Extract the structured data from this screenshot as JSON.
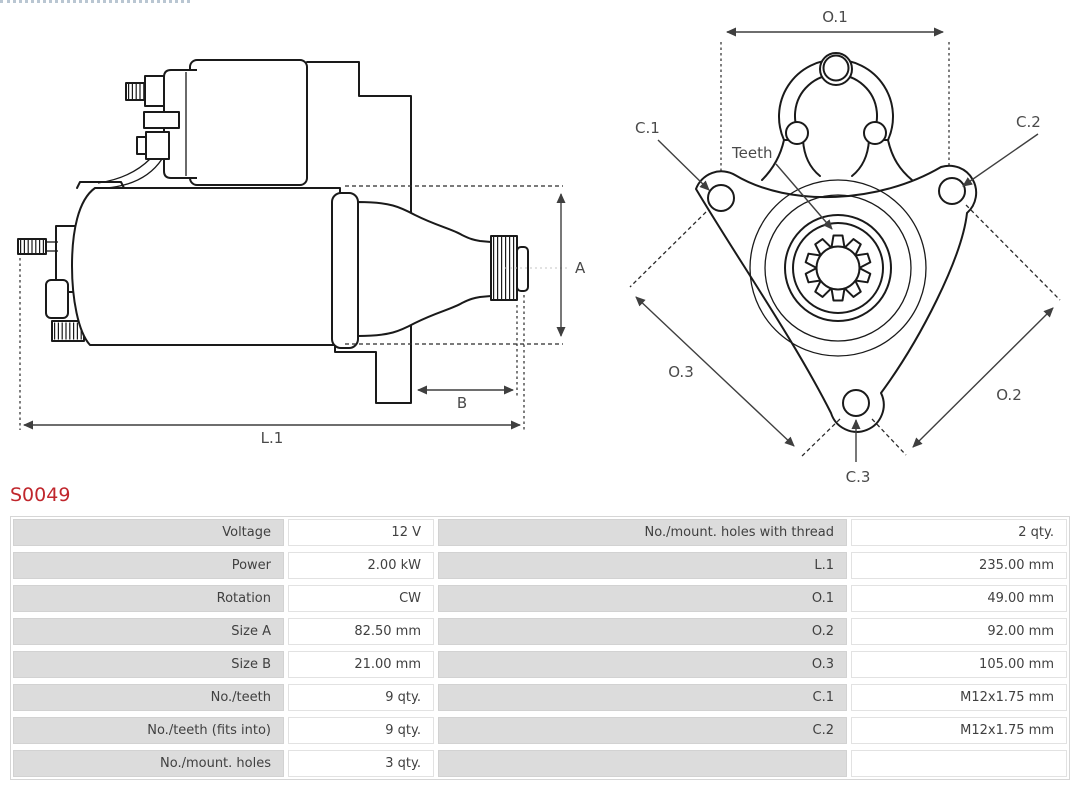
{
  "part_code": "S0049",
  "colors": {
    "accent_red": "#c0262c",
    "drawing_line": "#1a1a1a",
    "dimension_gray": "#4a4a4a",
    "table_label_bg": "#dcdcdc",
    "table_value_bg": "#ffffff"
  },
  "drawing": {
    "side": {
      "a": "A",
      "b": "B",
      "l1": "L.1"
    },
    "front": {
      "o1": "O.1",
      "o2": "O.2",
      "o3": "O.3",
      "c1": "C.1",
      "c2": "C.2",
      "c3": "C.3",
      "teeth": "Teeth"
    }
  },
  "spec_table": {
    "left": [
      {
        "label": "Voltage",
        "value": "12 V"
      },
      {
        "label": "Power",
        "value": "2.00 kW"
      },
      {
        "label": "Rotation",
        "value": "CW"
      },
      {
        "label": "Size A",
        "value": "82.50 mm"
      },
      {
        "label": "Size B",
        "value": "21.00 mm"
      },
      {
        "label": "No./teeth",
        "value": "9 qty."
      },
      {
        "label": "No./teeth (fits into)",
        "value": "9 qty."
      },
      {
        "label": "No./mount. holes",
        "value": "3 qty."
      }
    ],
    "right": [
      {
        "label": "No./mount. holes with thread",
        "value": "2 qty."
      },
      {
        "label": "L.1",
        "value": "235.00 mm"
      },
      {
        "label": "O.1",
        "value": "49.00 mm"
      },
      {
        "label": "O.2",
        "value": "92.00 mm"
      },
      {
        "label": "O.3",
        "value": "105.00 mm"
      },
      {
        "label": "C.1",
        "value": "M12x1.75 mm"
      },
      {
        "label": "C.2",
        "value": "M12x1.75 mm"
      },
      {
        "label": "",
        "value": ""
      }
    ]
  }
}
